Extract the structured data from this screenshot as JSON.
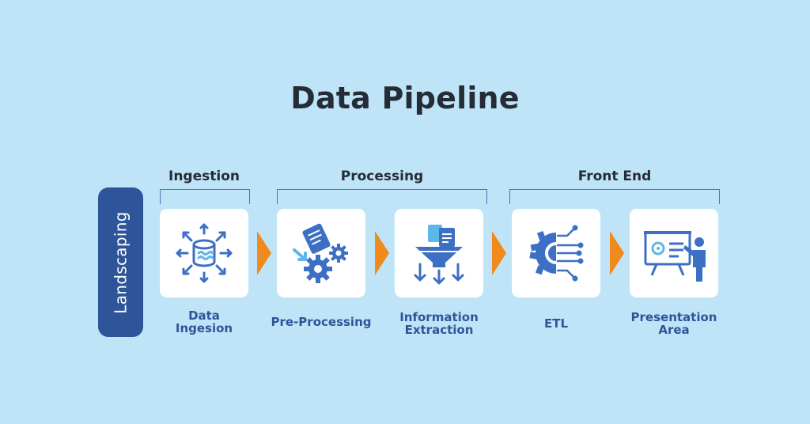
{
  "title": "Data Pipeline",
  "side_label": "Landscaping",
  "groups": [
    {
      "label": "Ingestion"
    },
    {
      "label": "Processing"
    },
    {
      "label": "Front End"
    }
  ],
  "steps": [
    {
      "label_line1": "Data",
      "label_line2": "Ingesion",
      "icon": "database-expand-icon"
    },
    {
      "label_line1": "Pre-Processing",
      "label_line2": "",
      "icon": "document-gears-icon"
    },
    {
      "label_line1": "Information",
      "label_line2": "Extraction",
      "icon": "funnel-documents-icon"
    },
    {
      "label_line1": "ETL",
      "label_line2": "",
      "icon": "gear-circuit-icon"
    },
    {
      "label_line1": "Presentation",
      "label_line2": "Area",
      "icon": "presenter-board-icon"
    }
  ],
  "colors": {
    "background": "#bfe4f8",
    "primary_blue": "#2e5599",
    "icon_blue": "#3d6fc4",
    "light_blue": "#5cb8e8",
    "arrow_orange": "#f08a1c",
    "title_dark": "#262c36"
  }
}
